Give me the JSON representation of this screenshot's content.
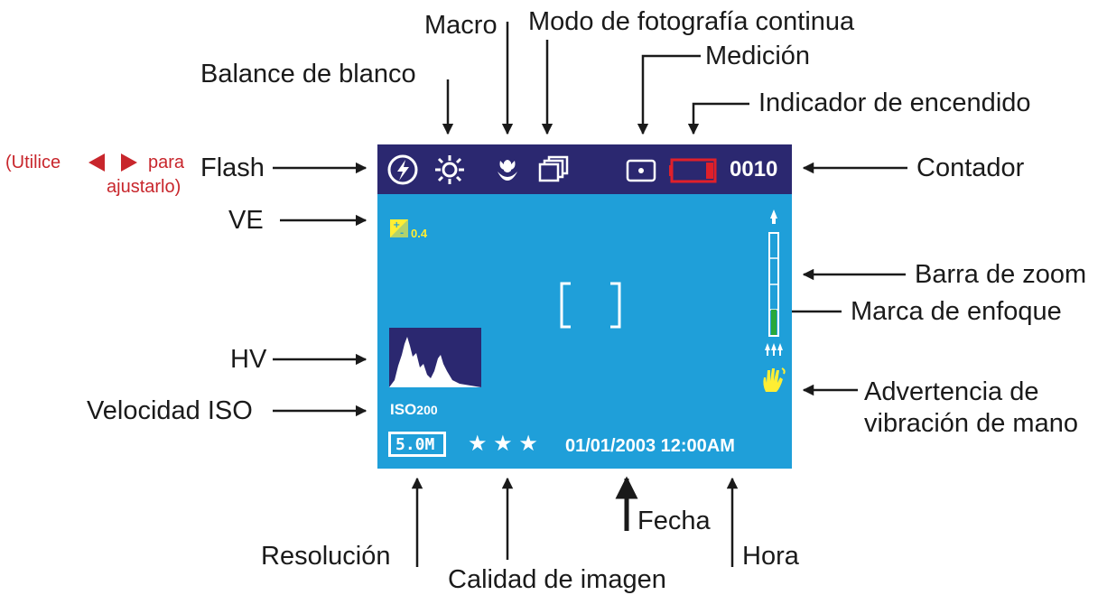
{
  "labels": {
    "macro": "Macro",
    "continuous": "Modo de fotografía continua",
    "white_balance": "Balance de blanco",
    "metering": "Medición",
    "power": "Indicador de encendido",
    "flash_hint_1": "(Utilice",
    "flash_hint_2": "para",
    "flash_hint_3": "ajustarlo)",
    "flash": "Flash",
    "counter": "Contador",
    "ev": "VE",
    "zoom_bar": "Barra de zoom",
    "focus_mark": "Marca de enfoque",
    "histogram": "HV",
    "hand_shake_1": "Advertencia de",
    "hand_shake_2": "vibración de mano",
    "iso_speed": "Velocidad ISO",
    "date": "Fecha",
    "resolution": "Resolución",
    "time": "Hora",
    "quality": "Calidad de imagen"
  },
  "screen": {
    "counter": "0010",
    "ev_value": "0.4",
    "iso_prefix": "ISO",
    "iso_value": "200",
    "resolution": "5.0M",
    "quality_stars": "★ ★ ★",
    "datetime": "01/01/2003 12:00AM",
    "zoom_level": 0.25
  },
  "colors": {
    "screen_bg": "#1f9fd9",
    "top_bar": "#2b2870",
    "battery": "#e0202a",
    "zoom_fill": "#2aa83a",
    "ev_icon": "#ffee33",
    "hand_icon": "#ffee33",
    "hint_text": "#c8262c"
  }
}
